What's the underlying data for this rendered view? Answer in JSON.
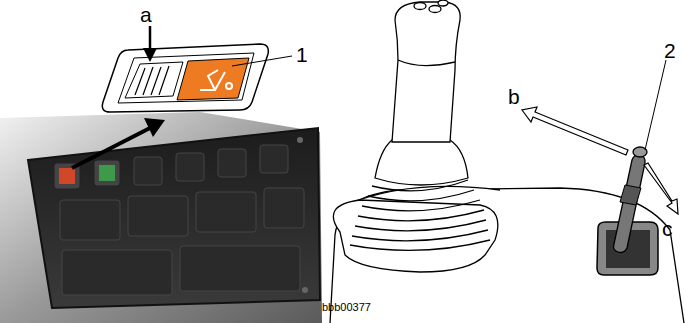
{
  "diagram": {
    "labels": [
      "a",
      "1",
      "b",
      "2",
      "c",
      "bbb00377"
    ]
  }
}
